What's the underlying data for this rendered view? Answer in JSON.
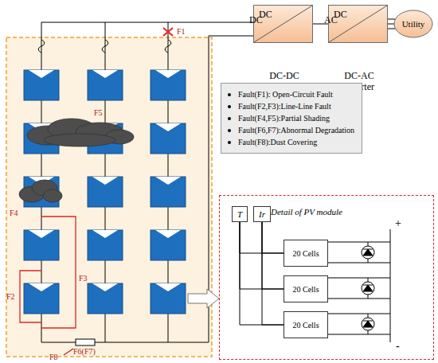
{
  "diagram": {
    "nodes": [
      {
        "text": [
          "DC",
          "DC",
          "DC-DC Converter"
        ]
      },
      {
        "text": [
          "DC",
          "AC",
          "DC-AC Inverter"
        ]
      },
      {
        "text": [
          "Utility"
        ]
      },
      {
        "text": [
          "Fault(F1): Open-Circuit Fault",
          "Fault(F2,F3):Line-Line Fault",
          "Fault(F4,F5):Partial Shading",
          "Fault(F6,F7):Abnormal Degradation",
          "Fault(F8):Dust Covering"
        ]
      },
      {
        "text": [
          "Detail of PV module"
        ]
      },
      {
        "text": [
          "T"
        ],
        "in": 4
      },
      {
        "text": [
          "Ir"
        ],
        "in": 4
      },
      {
        "text": [
          "20 Cells"
        ],
        "in": 4
      },
      {
        "text": [
          "20 Cells"
        ],
        "in": 4
      },
      {
        "text": [
          "20 Cells"
        ],
        "in": 4
      }
    ],
    "edges": [
      {
        "from": 0,
        "to": 1,
        "arrow": "none"
      },
      {
        "from": 1,
        "to": 2,
        "arrow": "none"
      },
      {
        "from": 5,
        "to": 7,
        "arrow": "none"
      },
      {
        "from": 5,
        "to": 8,
        "arrow": "none"
      },
      {
        "from": 5,
        "to": 9,
        "arrow": "none"
      },
      {
        "from": 6,
        "to": 7,
        "arrow": "none"
      },
      {
        "from": 6,
        "to": 8,
        "arrow": "none"
      },
      {
        "from": 6,
        "to": 9,
        "arrow": "none"
      }
    ],
    "labels": [
      "F1",
      "F5",
      "F4",
      "F3",
      "F2",
      "F6(F7)",
      "F8",
      "+",
      "-"
    ]
  }
}
